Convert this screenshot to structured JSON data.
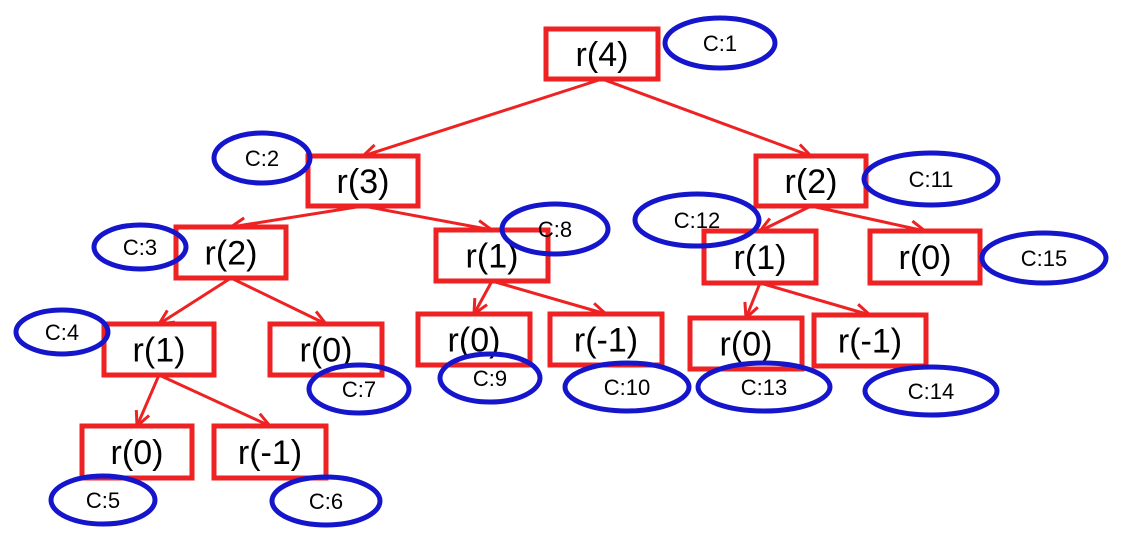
{
  "colors": {
    "node_border": "#ee2222",
    "edge": "#ee2222",
    "counter_border": "#1515cc",
    "text": "#000000",
    "background": "#ffffff"
  },
  "nodes": [
    {
      "id": "n1",
      "label": "r(4)"
    },
    {
      "id": "n2",
      "label": "r(3)"
    },
    {
      "id": "n3",
      "label": "r(2)"
    },
    {
      "id": "n4",
      "label": "r(1)"
    },
    {
      "id": "n5",
      "label": "r(0)"
    },
    {
      "id": "n6",
      "label": "r(-1)"
    },
    {
      "id": "n7",
      "label": "r(0)"
    },
    {
      "id": "n8",
      "label": "r(1)"
    },
    {
      "id": "n9",
      "label": "r(0)"
    },
    {
      "id": "n10",
      "label": "r(-1)"
    },
    {
      "id": "n11",
      "label": "r(2)"
    },
    {
      "id": "n12",
      "label": "r(1)"
    },
    {
      "id": "n13",
      "label": "r(0)"
    },
    {
      "id": "n14",
      "label": "r(-1)"
    },
    {
      "id": "n15",
      "label": "r(0)"
    }
  ],
  "counters": [
    {
      "node": "n1",
      "label": "C:1"
    },
    {
      "node": "n2",
      "label": "C:2"
    },
    {
      "node": "n3",
      "label": "C:3"
    },
    {
      "node": "n4",
      "label": "C:4"
    },
    {
      "node": "n5",
      "label": "C:5"
    },
    {
      "node": "n6",
      "label": "C:6"
    },
    {
      "node": "n7",
      "label": "C:7"
    },
    {
      "node": "n8",
      "label": "C:8"
    },
    {
      "node": "n9",
      "label": "C:9"
    },
    {
      "node": "n10",
      "label": "C:10"
    },
    {
      "node": "n11",
      "label": "C:11"
    },
    {
      "node": "n12",
      "label": "C:12"
    },
    {
      "node": "n13",
      "label": "C:13"
    },
    {
      "node": "n14",
      "label": "C:14"
    },
    {
      "node": "n15",
      "label": "C:15"
    }
  ],
  "edges": [
    {
      "from": "n1",
      "to": "n2"
    },
    {
      "from": "n1",
      "to": "n11"
    },
    {
      "from": "n2",
      "to": "n3"
    },
    {
      "from": "n2",
      "to": "n8"
    },
    {
      "from": "n3",
      "to": "n4"
    },
    {
      "from": "n3",
      "to": "n7"
    },
    {
      "from": "n4",
      "to": "n5"
    },
    {
      "from": "n4",
      "to": "n6"
    },
    {
      "from": "n8",
      "to": "n9"
    },
    {
      "from": "n8",
      "to": "n10"
    },
    {
      "from": "n11",
      "to": "n12"
    },
    {
      "from": "n11",
      "to": "n15"
    },
    {
      "from": "n12",
      "to": "n13"
    },
    {
      "from": "n12",
      "to": "n14"
    }
  ]
}
